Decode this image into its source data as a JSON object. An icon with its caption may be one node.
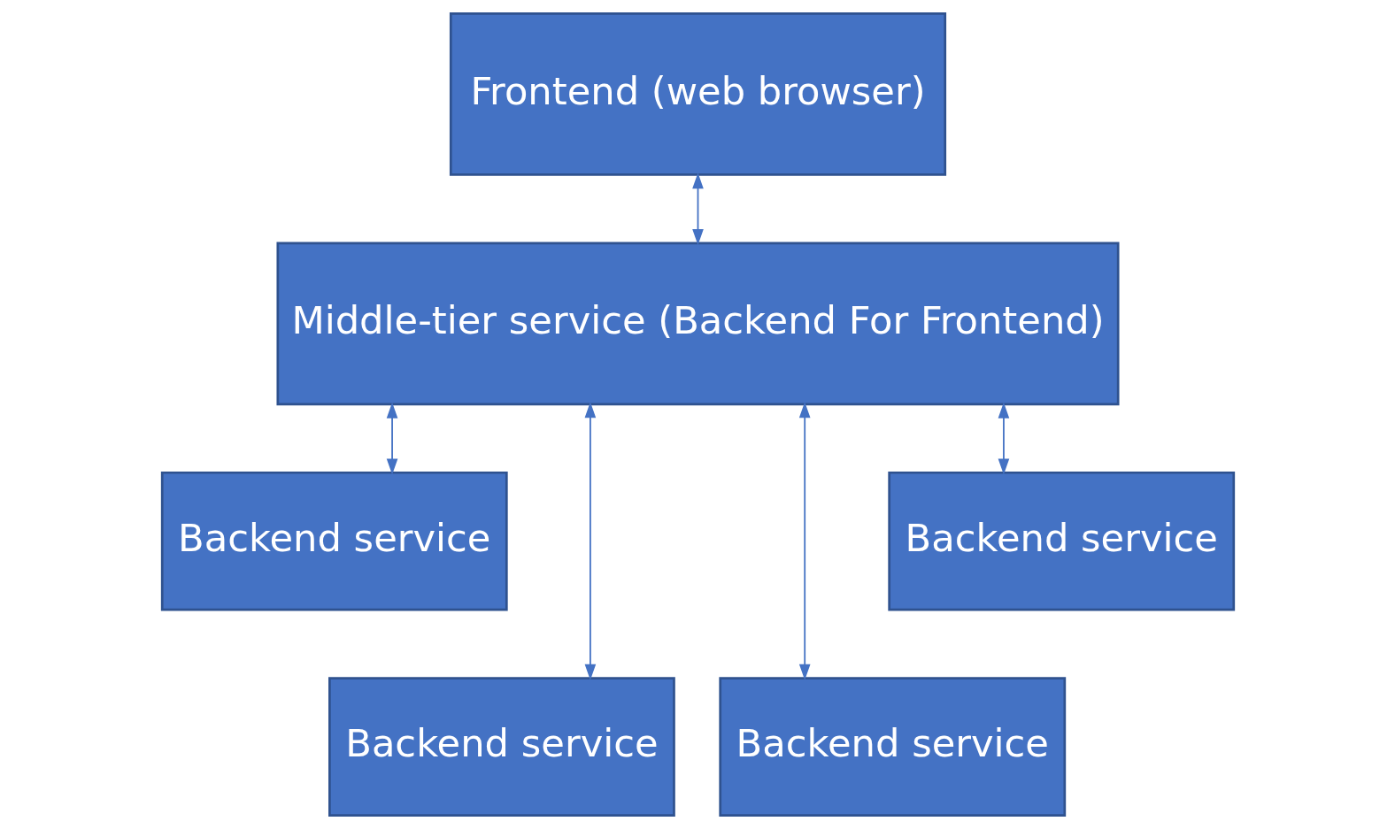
{
  "diagram": {
    "nodes": [
      {
        "text": [
          "Frontend (web browser)"
        ]
      },
      {
        "text": [
          "Middle-tier service (Backend For Frontend)"
        ]
      },
      {
        "text": [
          "Backend service"
        ]
      },
      {
        "text": [
          "Backend service"
        ]
      },
      {
        "text": [
          "Backend service"
        ]
      },
      {
        "text": [
          "Backend service"
        ]
      }
    ],
    "edges": [
      {
        "from": 0,
        "to": 1,
        "arrow": "both"
      },
      {
        "from": 1,
        "to": 2,
        "arrow": "both"
      },
      {
        "from": 1,
        "to": 3,
        "arrow": "both"
      },
      {
        "from": 1,
        "to": 4,
        "arrow": "both"
      },
      {
        "from": 1,
        "to": 5,
        "arrow": "both"
      }
    ]
  }
}
